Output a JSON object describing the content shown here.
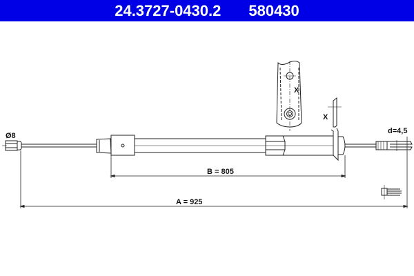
{
  "header": {
    "part_number": "24.3727-0430.2",
    "ref_number": "580430",
    "background_color": "#0000e6",
    "text_color": "#ffffff"
  },
  "drawing": {
    "left_end_label": "Ø8",
    "right_end_label": "d=4,5",
    "detail_marker_1": "X",
    "detail_marker_2": "X",
    "dimension_b": "B = 805",
    "dimension_a": "A = 925",
    "line_color": "#222222"
  }
}
